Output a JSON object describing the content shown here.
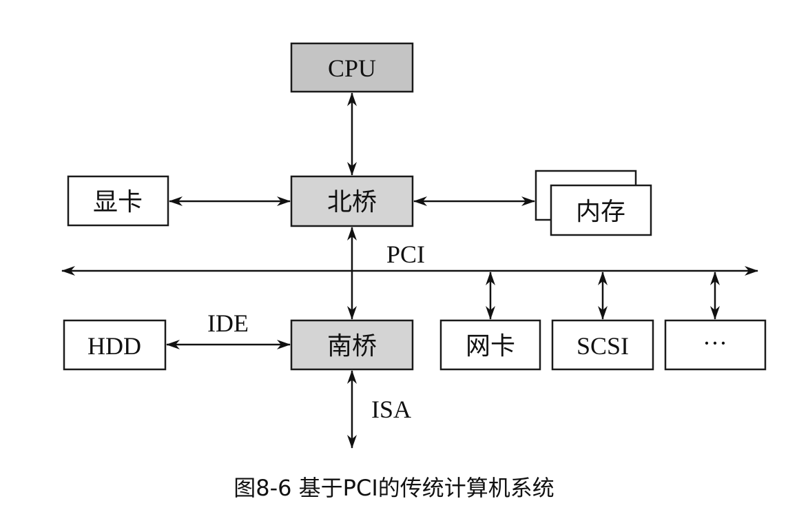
{
  "nodes": {
    "cpu": "CPU",
    "north_bridge": "北桥",
    "south_bridge": "南桥",
    "graphics_card": "显卡",
    "memory": "内存",
    "hdd": "HDD",
    "network_card": "网卡",
    "scsi": "SCSI",
    "more": "···"
  },
  "buses": {
    "pci": "PCI",
    "ide": "IDE",
    "isa": "ISA"
  },
  "caption": "图8-6 基于PCI的传统计算机系统"
}
